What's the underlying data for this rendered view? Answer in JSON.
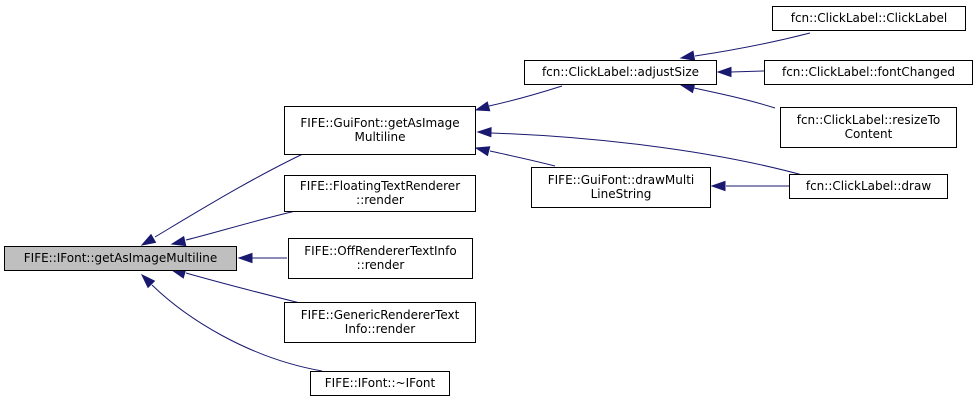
{
  "diagram": {
    "type": "caller-graph",
    "nodes": [
      {
        "id": "root",
        "lines": [
          "FIFE::IFont::getAsImageMultiline"
        ],
        "highlighted": true
      },
      {
        "id": "guifont_getasimage",
        "lines": [
          "FIFE::GuiFont::getAsImage",
          "Multiline"
        ]
      },
      {
        "id": "floating",
        "lines": [
          "FIFE::FloatingTextRenderer",
          "::render"
        ]
      },
      {
        "id": "offrenderer",
        "lines": [
          "FIFE::OffRendererTextInfo",
          "::render"
        ]
      },
      {
        "id": "generic",
        "lines": [
          "FIFE::GenericRendererText",
          "Info::render"
        ]
      },
      {
        "id": "ifont_dtor",
        "lines": [
          "FIFE::IFont::~IFont"
        ]
      },
      {
        "id": "adjustsize",
        "lines": [
          "fcn::ClickLabel::adjustSize"
        ]
      },
      {
        "id": "drawmulti",
        "lines": [
          "FIFE::GuiFont::drawMulti",
          "LineString"
        ]
      },
      {
        "id": "clicklabel_ctor",
        "lines": [
          "fcn::ClickLabel::ClickLabel"
        ]
      },
      {
        "id": "fontchanged",
        "lines": [
          "fcn::ClickLabel::fontChanged"
        ]
      },
      {
        "id": "resizeto",
        "lines": [
          "fcn::ClickLabel::resizeTo",
          "Content"
        ]
      },
      {
        "id": "draw",
        "lines": [
          "fcn::ClickLabel::draw"
        ]
      }
    ],
    "edges": [
      {
        "from": "guifont_getasimage",
        "to": "root"
      },
      {
        "from": "floating",
        "to": "root"
      },
      {
        "from": "offrenderer",
        "to": "root"
      },
      {
        "from": "generic",
        "to": "root"
      },
      {
        "from": "ifont_dtor",
        "to": "root"
      },
      {
        "from": "adjustsize",
        "to": "guifont_getasimage"
      },
      {
        "from": "draw",
        "to": "guifont_getasimage"
      },
      {
        "from": "drawmulti",
        "to": "guifont_getasimage"
      },
      {
        "from": "clicklabel_ctor",
        "to": "adjustsize"
      },
      {
        "from": "fontchanged",
        "to": "adjustsize"
      },
      {
        "from": "resizeto",
        "to": "adjustsize"
      },
      {
        "from": "draw",
        "to": "drawmulti"
      }
    ],
    "colors": {
      "edge": "#191970",
      "root_fill": "#bfbfbf",
      "node_fill": "#ffffff",
      "border": "#000000"
    }
  }
}
